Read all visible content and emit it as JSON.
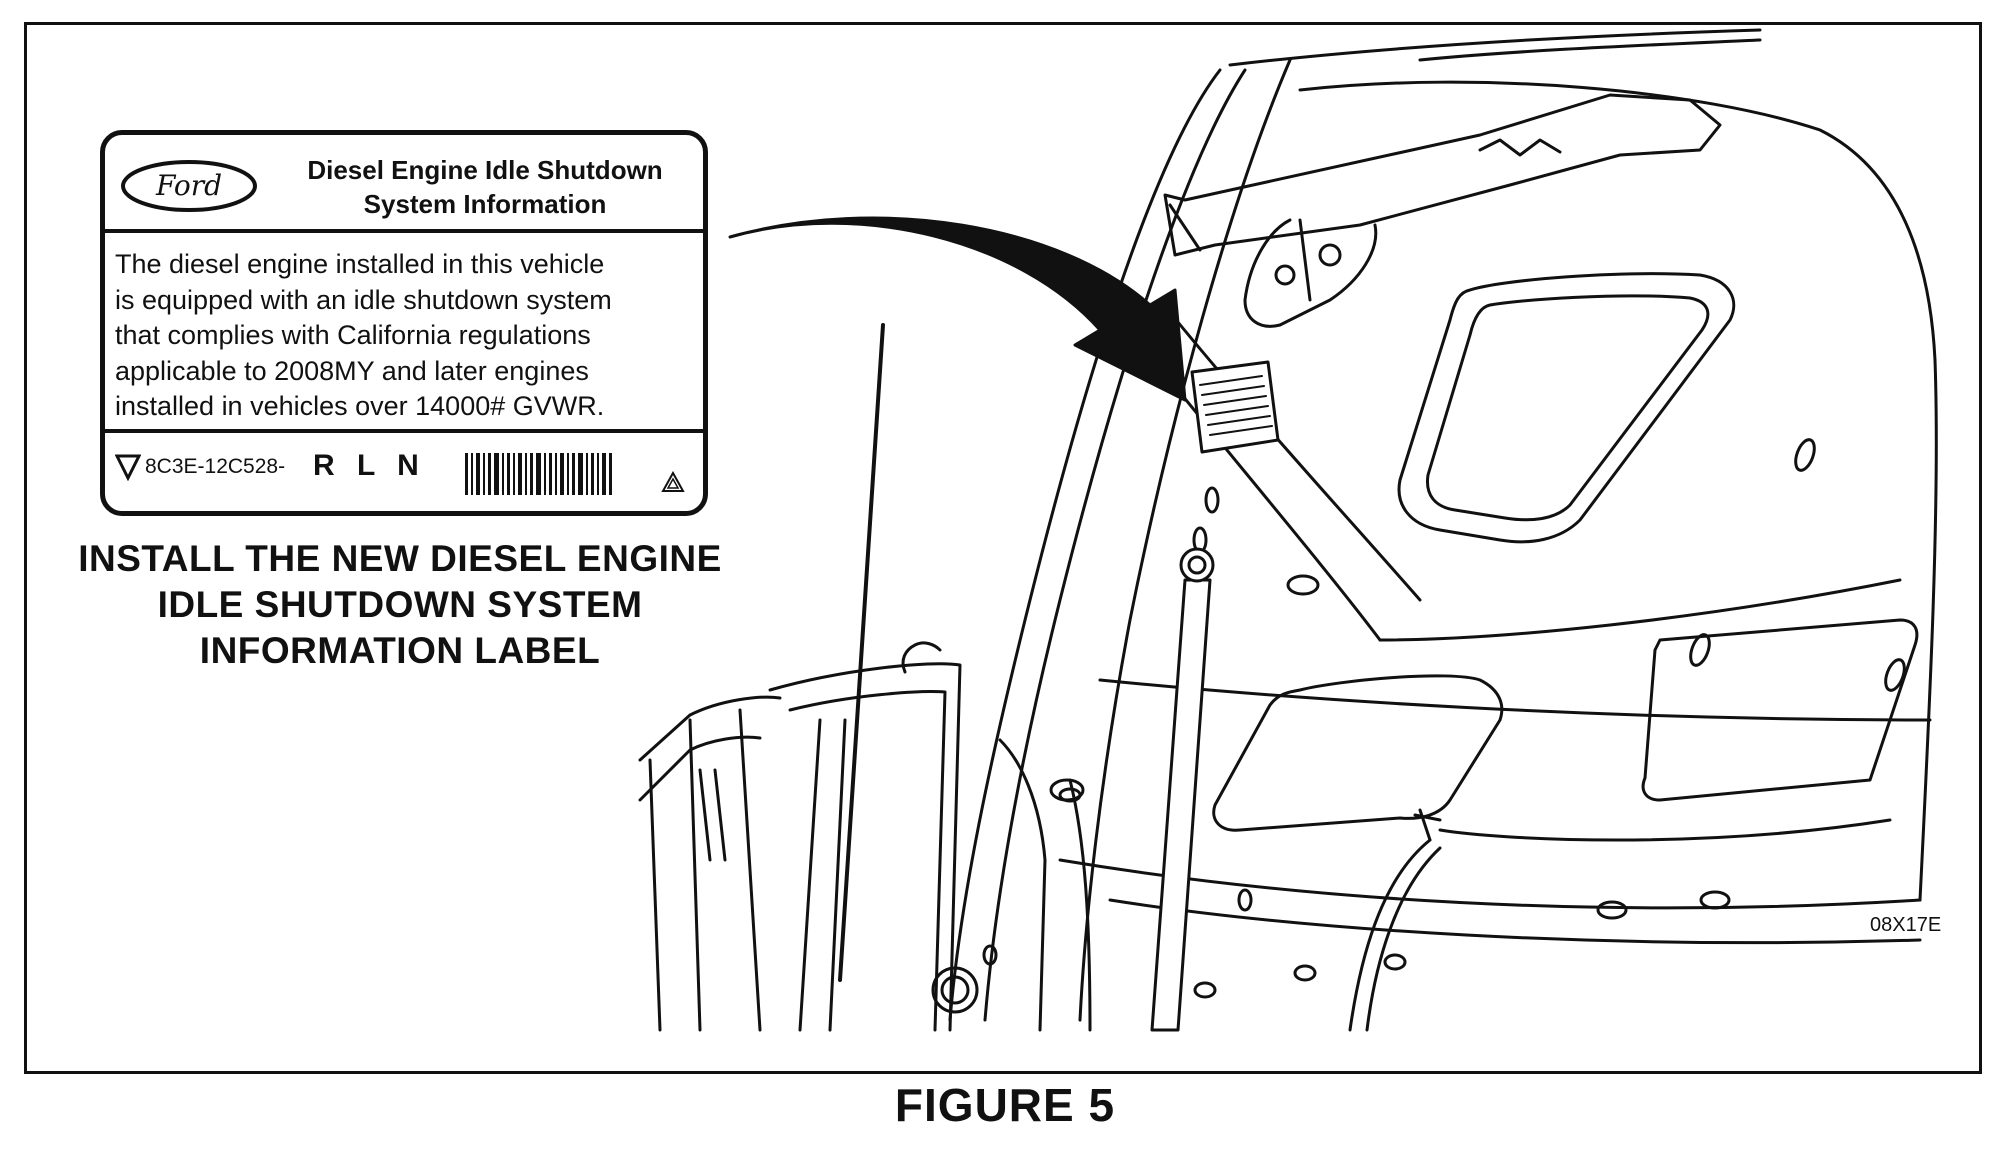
{
  "label": {
    "brand": "Ford",
    "title_line1": "Diesel Engine Idle Shutdown",
    "title_line2": "System Information",
    "body_lines": [
      "The diesel engine installed in this vehicle",
      "is equipped with an idle shutdown system",
      "that complies with California regulations",
      "applicable to 2008MY and later engines",
      "installed in vehicles over 14000# GVWR."
    ],
    "part_number": "8C3E-12C528-",
    "part_suffix": "R L N"
  },
  "caption": {
    "line1": "INSTALL THE NEW DIESEL ENGINE",
    "line2": "IDLE SHUTDOWN SYSTEM",
    "line3": "INFORMATION LABEL"
  },
  "reference_code": "08X17E",
  "figure_title": "FIGURE 5",
  "icons": [
    "ford-logo-icon",
    "triangle-marker-icon",
    "barcode-icon",
    "warning-triangle-icon",
    "curved-arrow-icon"
  ],
  "colors": {
    "ink": "#111111",
    "paper": "#ffffff"
  }
}
